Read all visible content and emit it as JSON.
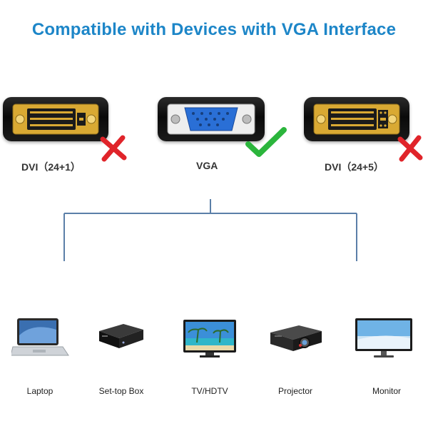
{
  "title": "Compatible with Devices with VGA Interface",
  "ports": [
    {
      "label": "DVI（24+1）",
      "status_icon": "cross-icon",
      "compatible": false
    },
    {
      "label": "VGA",
      "status_icon": "checkmark-icon",
      "compatible": true
    },
    {
      "label": "DVI（24+5）",
      "status_icon": "cross-icon",
      "compatible": false
    }
  ],
  "devices": [
    {
      "label": "Laptop",
      "icon": "laptop-icon"
    },
    {
      "label": "Set-top Box",
      "icon": "set-top-box-icon"
    },
    {
      "label": "TV/HDTV",
      "icon": "tv-icon"
    },
    {
      "label": "Projector",
      "icon": "projector-icon"
    },
    {
      "label": "Monitor",
      "icon": "monitor-icon"
    }
  ],
  "colors": {
    "title": "#1d86c8",
    "connector_line": "#5b7fa8",
    "check": "#2bb53c",
    "cross": "#e0242a",
    "gold": "#d9a933",
    "vga_blue": "#2a6fd6"
  }
}
